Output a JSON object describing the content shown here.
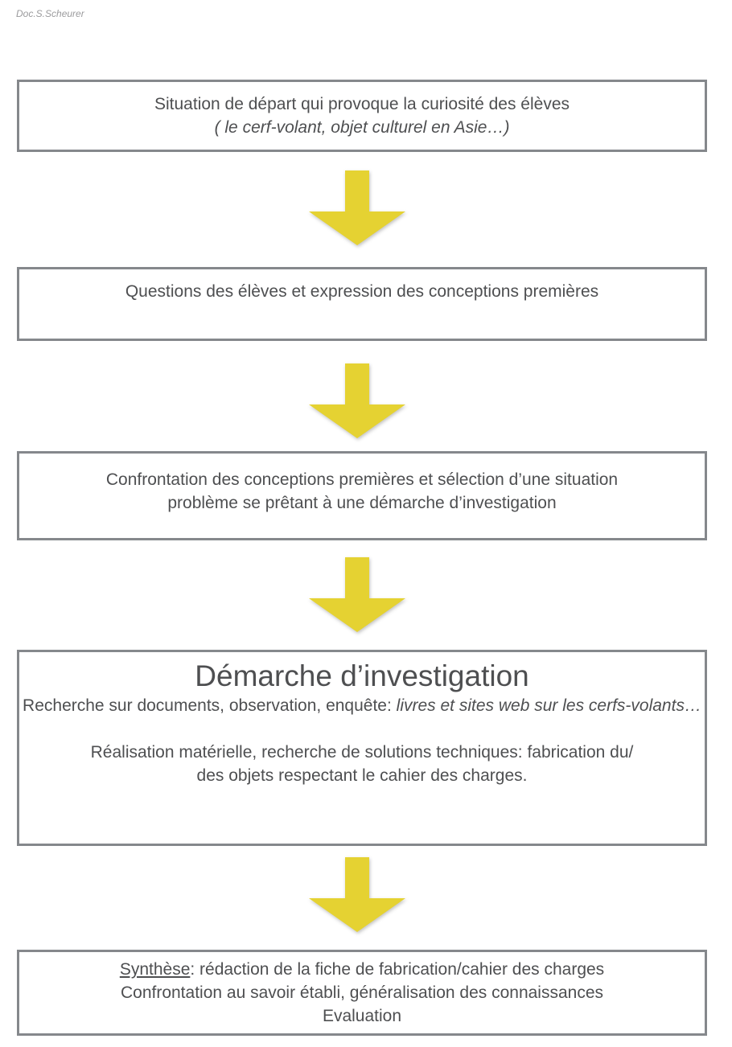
{
  "page": {
    "credit": "Doc.S.Scheurer"
  },
  "colors": {
    "border": "#85888c",
    "text": "#4e4f51",
    "arrow": "#e5d232",
    "credit": "#9b9b9d"
  },
  "flow": {
    "step1": {
      "line1": "Situation de départ qui provoque la curiosité des élèves",
      "line2_italic": "( le cerf-volant, objet culturel en Asie…)"
    },
    "step2": {
      "line1": "Questions des élèves et expression des conceptions premières"
    },
    "step3": {
      "line1": "Confrontation des conceptions premières et sélection d’une situation",
      "line2": "problème se prêtant à une démarche d’investigation"
    },
    "step4": {
      "title": "Démarche d’investigation",
      "p1_normal": "Recherche sur documents, observation, enquête: ",
      "p1_italic": "livres et sites web sur les cerfs-volants…",
      "p2_line1": "Réalisation matérielle, recherche de solutions techniques: fabrication du/",
      "p2_line2": "des objets respectant le cahier des charges."
    },
    "step5": {
      "line1_underlined": "Synthèse",
      "line1_rest": ": rédaction de la fiche de fabrication/cahier des charges",
      "line2": "Confrontation au savoir établi, généralisation des connaissances",
      "line3": "Evaluation"
    }
  },
  "icons": {
    "arrow": "down-arrow"
  }
}
